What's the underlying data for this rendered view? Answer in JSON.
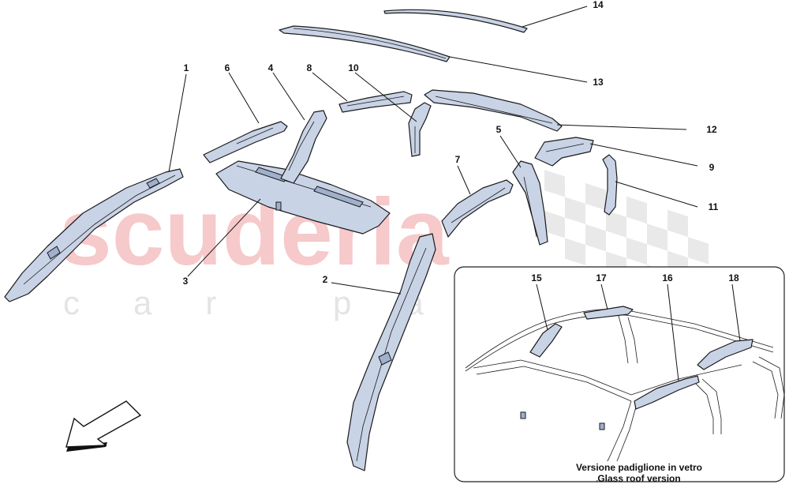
{
  "watermark": {
    "brand": "scuderia",
    "subtitle": "car parts"
  },
  "callouts": [
    "1",
    "2",
    "3",
    "4",
    "5",
    "6",
    "7",
    "8",
    "9",
    "10",
    "11",
    "12",
    "13",
    "14",
    "15",
    "16",
    "17",
    "18"
  ],
  "inset": {
    "caption_line1": "Versione padiglione in vetro",
    "caption_line2": "Glass roof version"
  },
  "colors": {
    "part_fill": "#c9d3e6",
    "watermark_red": "#f6c9cb",
    "checker_gray": "#e9e9e9"
  },
  "icons": {
    "direction_arrow": "front-direction-arrow-icon"
  }
}
